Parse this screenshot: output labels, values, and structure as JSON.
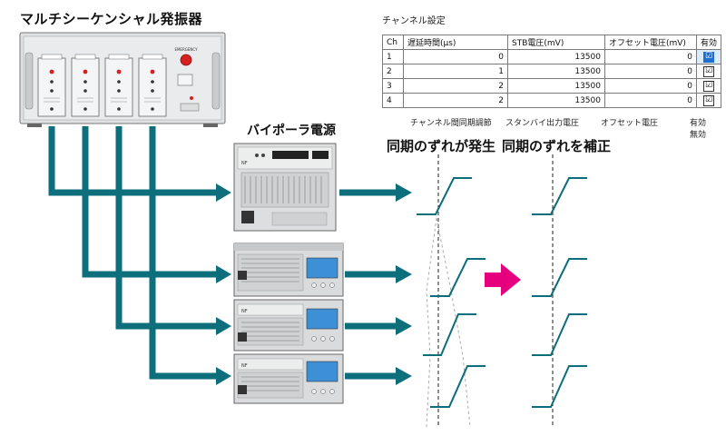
{
  "titles": {
    "oscillator": "マルチシーケンシャル発振器",
    "power_supply": "バイポーラ電源",
    "unsynced": "同期のずれが発生",
    "synced": "同期のずれを補正"
  },
  "panel": {
    "title": "チャンネル設定",
    "headers": [
      "Ch",
      "遅延時間(μs)",
      "STB電圧(mV)",
      "オフセット電圧(mV)",
      "有効"
    ],
    "rows": [
      {
        "ch": "1",
        "delay": "0",
        "stb": "13500",
        "offset": "0",
        "enabled": true,
        "selected": true
      },
      {
        "ch": "2",
        "delay": "1",
        "stb": "13500",
        "offset": "0",
        "enabled": true,
        "selected": false
      },
      {
        "ch": "3",
        "delay": "2",
        "stb": "13500",
        "offset": "0",
        "enabled": true,
        "selected": false
      },
      {
        "ch": "4",
        "delay": "2",
        "stb": "13500",
        "offset": "0",
        "enabled": true,
        "selected": false
      }
    ],
    "captions": {
      "delay": "チャンネル間同期調節",
      "stb": "スタンバイ出力電圧",
      "offset": "オフセット電圧",
      "enabled_line1": "有効",
      "enabled_line2": "無効"
    },
    "check_glyph": "☑"
  },
  "device_text": {
    "emergency": "EMERGENCY",
    "brand": "NF"
  },
  "colors": {
    "teal": "#0e6f7c",
    "magenta": "#e6007e",
    "signal": "#0b6e7a",
    "device_gray": "#d9dbdd",
    "screen_blue": "#3d8fd6"
  }
}
